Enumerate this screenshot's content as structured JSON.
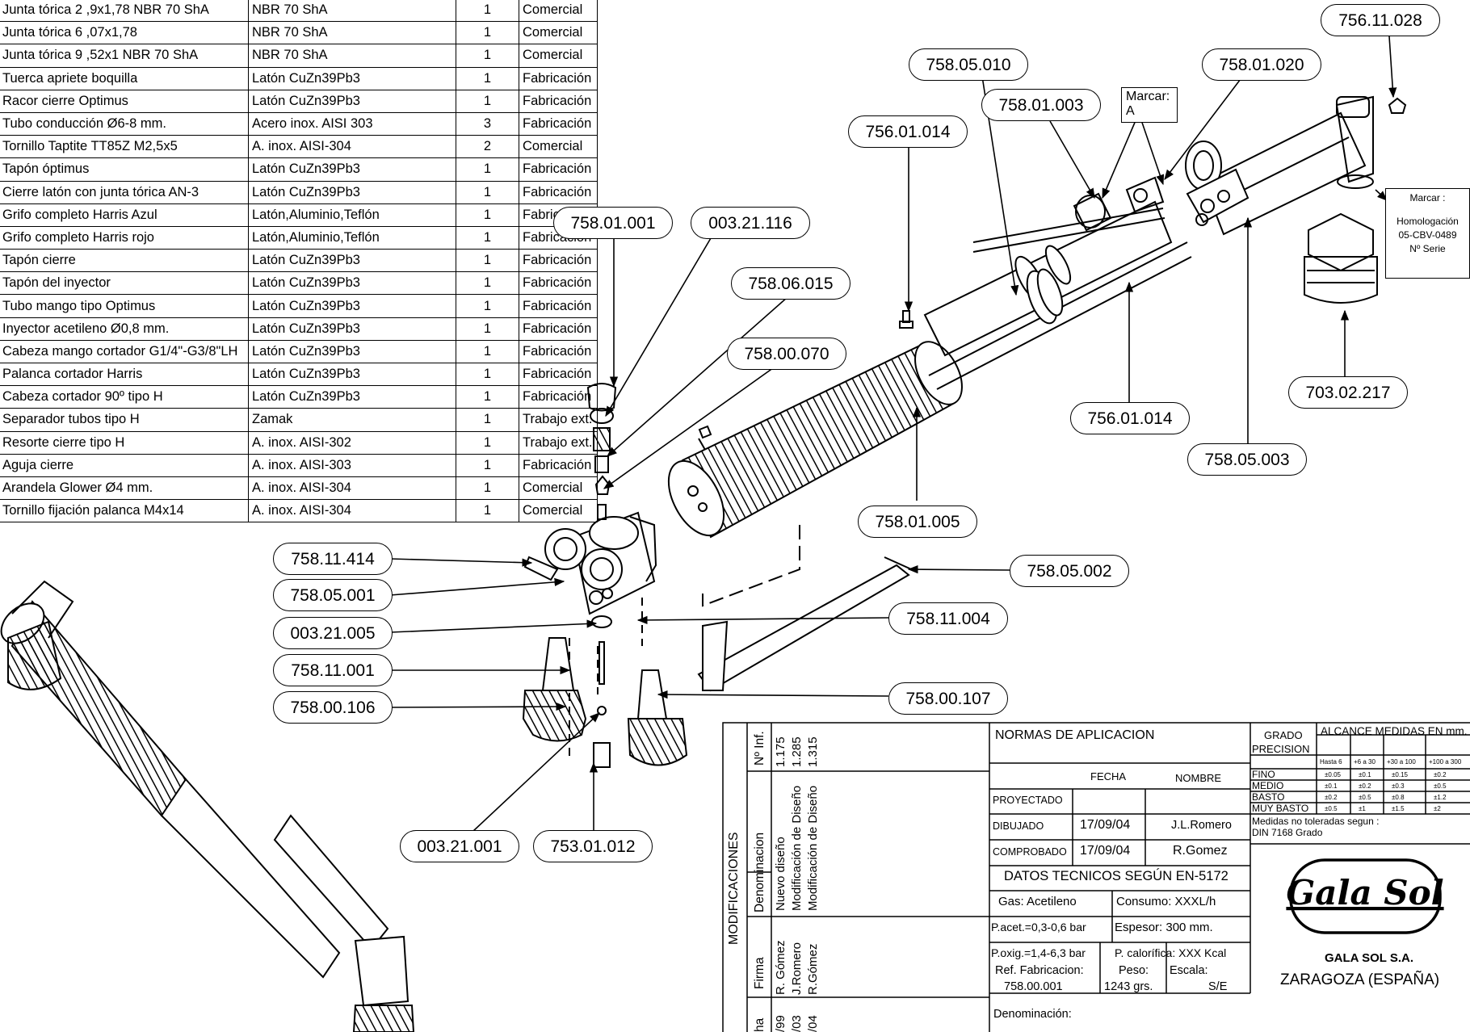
{
  "parts_table": [
    {
      "desc": "Junta tórica 2 ,9x1,78 NBR 70 ShA",
      "material": "NBR 70 ShA",
      "qty": "1",
      "origin": "Comercial"
    },
    {
      "desc": "Junta tórica 6 ,07x1,78",
      "material": "NBR 70 ShA",
      "qty": "1",
      "origin": "Comercial"
    },
    {
      "desc": "Junta tórica 9 ,52x1 NBR 70 ShA",
      "material": "NBR 70 ShA",
      "qty": "1",
      "origin": "Comercial"
    },
    {
      "desc": "Tuerca apriete boquilla",
      "material": "Latón CuZn39Pb3",
      "qty": "1",
      "origin": "Fabricación"
    },
    {
      "desc": "Racor cierre Optimus",
      "material": "Latón CuZn39Pb3",
      "qty": "1",
      "origin": "Fabricación"
    },
    {
      "desc": "Tubo conducción Ø6-8 mm.",
      "material": "Acero inox. AISI 303",
      "qty": "3",
      "origin": "Fabricación"
    },
    {
      "desc": "Tornillo Taptite TT85Z M2,5x5",
      "material": "A. inox. AISI-304",
      "qty": "2",
      "origin": "Comercial"
    },
    {
      "desc": "Tapón óptimus",
      "material": "Latón CuZn39Pb3",
      "qty": "1",
      "origin": "Fabricación"
    },
    {
      "desc": "Cierre latón con junta tórica AN-3",
      "material": "Latón CuZn39Pb3",
      "qty": "1",
      "origin": "Fabricación"
    },
    {
      "desc": "Grifo completo Harris Azul",
      "material": "Latón,Aluminio,Teflón",
      "qty": "1",
      "origin": "Fabricación"
    },
    {
      "desc": "Grifo completo Harris rojo",
      "material": "Latón,Aluminio,Teflón",
      "qty": "1",
      "origin": "Fabricación"
    },
    {
      "desc": "Tapón cierre",
      "material": "Latón CuZn39Pb3",
      "qty": "1",
      "origin": "Fabricación"
    },
    {
      "desc": "Tapón del inyector",
      "material": "Latón CuZn39Pb3",
      "qty": "1",
      "origin": "Fabricación"
    },
    {
      "desc": "Tubo mango tipo Optimus",
      "material": "Latón CuZn39Pb3",
      "qty": "1",
      "origin": "Fabricación"
    },
    {
      "desc": "Inyector acetileno Ø0,8 mm.",
      "material": "Latón CuZn39Pb3",
      "qty": "1",
      "origin": "Fabricación"
    },
    {
      "desc": "Cabeza mango cortador G1/4\"-G3/8\"LH",
      "material": "Latón CuZn39Pb3",
      "qty": "1",
      "origin": "Fabricación"
    },
    {
      "desc": "Palanca cortador Harris",
      "material": "Latón CuZn39Pb3",
      "qty": "1",
      "origin": "Fabricación"
    },
    {
      "desc": "Cabeza cortador 90º tipo H",
      "material": "Latón CuZn39Pb3",
      "qty": "1",
      "origin": "Fabricación"
    },
    {
      "desc": "Separador tubos tipo H",
      "material": "Zamak",
      "qty": "1",
      "origin": "Trabajo ext."
    },
    {
      "desc": "Resorte cierre tipo H",
      "material": "A. inox. AISI-302",
      "qty": "1",
      "origin": "Trabajo ext."
    },
    {
      "desc": "Aguja cierre",
      "material": "A. inox. AISI-303",
      "qty": "1",
      "origin": "Fabricación"
    },
    {
      "desc": "Arandela Glower Ø4 mm.",
      "material": "A. inox. AISI-304",
      "qty": "1",
      "origin": "Comercial"
    },
    {
      "desc": "Tornillo fijación palanca M4x14",
      "material": "A. inox. AISI-304",
      "qty": "1",
      "origin": "Comercial"
    }
  ],
  "callouts": {
    "c756_11_028": "756.11.028",
    "c758_05_010": "758.05.010",
    "c758_01_020": "758.01.020",
    "c758_01_003": "758.01.003",
    "c756_01_014a": "756.01.014",
    "c758_01_001": "758.01.001",
    "c003_21_116": "003.21.116",
    "c758_06_015": "758.06.015",
    "c758_00_070": "758.00.070",
    "c703_02_217": "703.02.217",
    "c756_01_014b": "756.01.014",
    "c758_05_003": "758.05.003",
    "c758_01_005": "758.01.005",
    "c758_11_414": "758.11.414",
    "c758_05_002": "758.05.002",
    "c758_05_001": "758.05.001",
    "c758_11_004": "758.11.004",
    "c003_21_005": "003.21.005",
    "c758_11_001": "758.11.001",
    "c758_00_106": "758.00.106",
    "c758_00_107": "758.00.107",
    "c003_21_001": "003.21.001",
    "c753_01_012": "753.01.012"
  },
  "notes": {
    "marcar_a_1": "Marcar:",
    "marcar_a_2": "A",
    "marcar_homo_1": "Marcar :",
    "marcar_homo_2": "Homologación",
    "marcar_homo_3": "05-CBV-0489",
    "marcar_homo_4": "Nº Serie"
  },
  "title_block": {
    "modificaciones": "MODIFICACIONES",
    "fecha_label": "ha",
    "firma_label": "Firma",
    "denominacion_label": "Denominacion",
    "n_inf_label": "Nº Inf.",
    "rows": [
      {
        "fecha": "/99",
        "firma": "R. Gómez",
        "denominacion": "Nuevo diseño",
        "n_inf": "1.175"
      },
      {
        "fecha": "/03",
        "firma": "J.Romero",
        "denominacion": "Modificación de Diseño",
        "n_inf": "1.285"
      },
      {
        "fecha": "/04",
        "firma": "R.Gómez",
        "denominacion": "Modificación de Diseño",
        "n_inf": "1.315"
      }
    ],
    "normas": "NORMAS DE APLICACION",
    "fecha_col": "FECHA",
    "nombre_col": "NOMBRE",
    "proyectado": "PROYECTADO",
    "dibujado": "DIBUJADO",
    "dibujado_fecha": "17/09/04",
    "dibujado_nombre": "J.L.Romero",
    "comprobado": "COMPROBADO",
    "comprobado_fecha": "17/09/04",
    "comprobado_nombre": "R.Gomez",
    "datos": "DATOS TECNICOS SEGÚN EN-5172",
    "gas": "Gas: Acetileno",
    "consumo": "Consumo: XXXL/h",
    "pacet": "P.acet.=0,3-0,6 bar",
    "espesor": "Espesor: 300 mm.",
    "poxig": "P.oxig.=1,4-6,3 bar",
    "calorifica": "P. calorífica: XXX Kcal",
    "ref_label": "Ref. Fabricacion:",
    "ref_value": "758.00.001",
    "peso_label": "Peso:",
    "peso_value": "1243 grs.",
    "escala_label": "Escala:",
    "escala_value": "S/E",
    "denominacion_bottom": "Denominación:",
    "grado": "GRADO",
    "precision": "PRECISION",
    "alcance": "ALCANCE MEDIDAS EN mm.",
    "ranges": [
      "Hasta 6",
      "+6 a 30",
      "+30 a 100",
      "+100 a 300"
    ],
    "grades": [
      {
        "name": "FINO",
        "vals": [
          "±0.05",
          "±0.1",
          "±0.15",
          "±0.2"
        ]
      },
      {
        "name": "MEDIO",
        "vals": [
          "±0.1",
          "±0.2",
          "±0.3",
          "±0.5"
        ]
      },
      {
        "name": "BASTO",
        "vals": [
          "±0.2",
          "±0.5",
          "±0.8",
          "±1.2"
        ]
      },
      {
        "name": "MUY BASTO",
        "vals": [
          "±0.5",
          "±1",
          "±1.5",
          "±2"
        ]
      }
    ],
    "medidas_1": "Medidas no toleradas segun :",
    "medidas_2": "DIN 7168 Grado",
    "company": "GALA SOL S.A.",
    "city": "ZARAGOZA (ESPAÑA)",
    "logo_text": "Gala Sol"
  }
}
